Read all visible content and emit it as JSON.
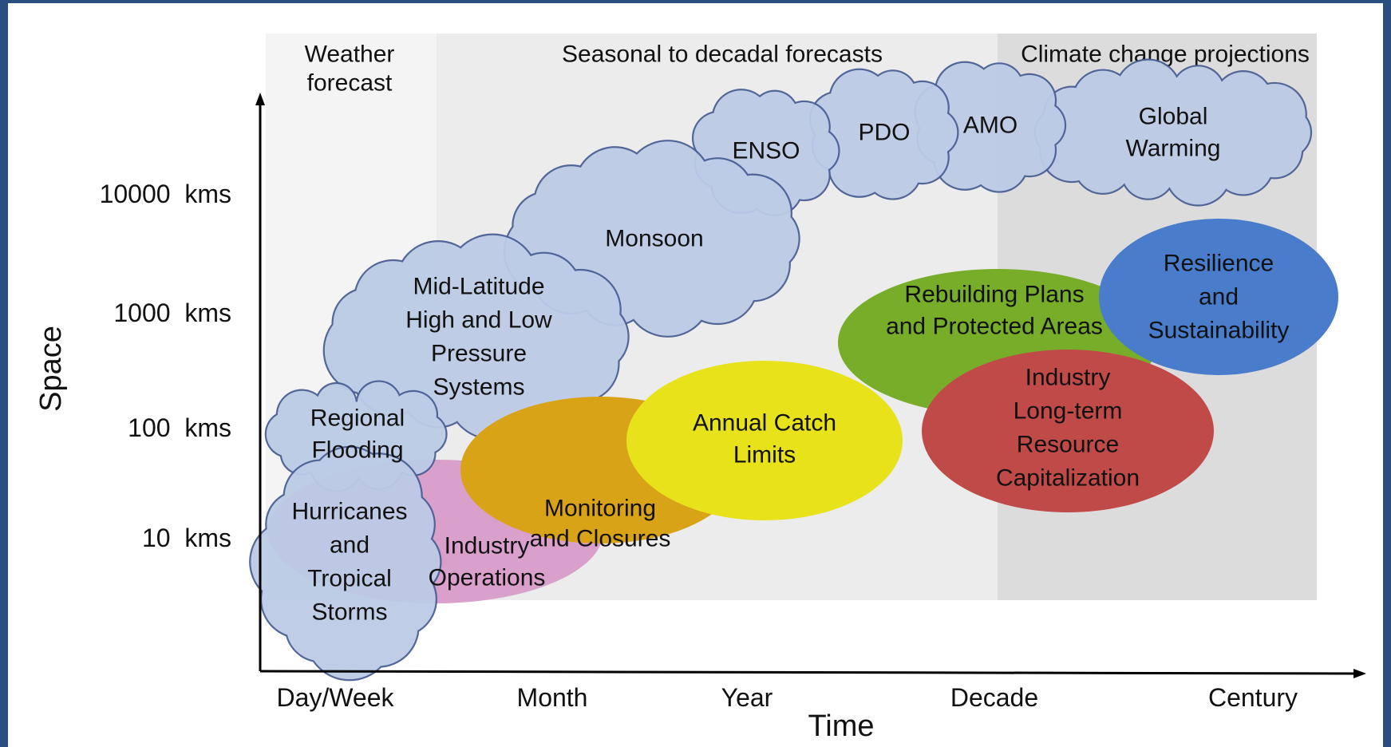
{
  "bands": [
    {
      "label_lines": [
        "Weather",
        "forecast"
      ],
      "fill": "#f4f4f4"
    },
    {
      "label_lines": [
        "Seasonal to decadal forecasts"
      ],
      "fill": "#ececec"
    },
    {
      "label_lines": [
        "Climate change projections"
      ],
      "fill": "#dcdcdc"
    }
  ],
  "axes": {
    "x_title": "Time",
    "y_title": "Space",
    "x_ticks": [
      "Day/Week",
      "Month",
      "Year",
      "Decade",
      "Century"
    ],
    "y_ticks": [
      "10000  kms",
      "1000  kms",
      "100  kms",
      "10  kms"
    ]
  },
  "phenomena": [
    {
      "id": "global-warming",
      "lines": [
        "Global",
        "Warming"
      ]
    },
    {
      "id": "amo",
      "lines": [
        "AMO"
      ]
    },
    {
      "id": "pdo",
      "lines": [
        "PDO"
      ]
    },
    {
      "id": "enso",
      "lines": [
        "ENSO"
      ]
    },
    {
      "id": "monsoon",
      "lines": [
        "Monsoon"
      ]
    },
    {
      "id": "mid-latitude",
      "lines": [
        "Mid-Latitude",
        "High and Low",
        "Pressure",
        "Systems"
      ]
    },
    {
      "id": "regional-flooding",
      "lines": [
        "Regional",
        "Flooding"
      ]
    },
    {
      "id": "hurricanes",
      "lines": [
        "Hurricanes",
        "and",
        "Tropical",
        "Storms"
      ]
    }
  ],
  "management": [
    {
      "id": "industry-operations",
      "lines": [
        "Industry",
        "Operations"
      ],
      "color": "#d9a0cc"
    },
    {
      "id": "monitoring",
      "lines": [
        "Monitoring",
        "and Closures"
      ],
      "color": "#d9a318"
    },
    {
      "id": "annual-catch",
      "lines": [
        "Annual Catch",
        "Limits"
      ],
      "color": "#e8e21a"
    },
    {
      "id": "rebuilding",
      "lines": [
        "Rebuilding Plans",
        "and Protected Areas"
      ],
      "color": "#78ad2a"
    },
    {
      "id": "industry-longterm",
      "lines": [
        "Industry",
        "Long-term",
        "Resource",
        "Capitalization"
      ],
      "color": "#bf4a47"
    },
    {
      "id": "resilience",
      "lines": [
        "Resilience",
        "and",
        "Sustainability"
      ],
      "color": "#4a7ccc"
    }
  ],
  "colors": {
    "cloud_fill": "#bccbe6",
    "cloud_stroke": "#4a5f94",
    "axis": "#000000"
  }
}
